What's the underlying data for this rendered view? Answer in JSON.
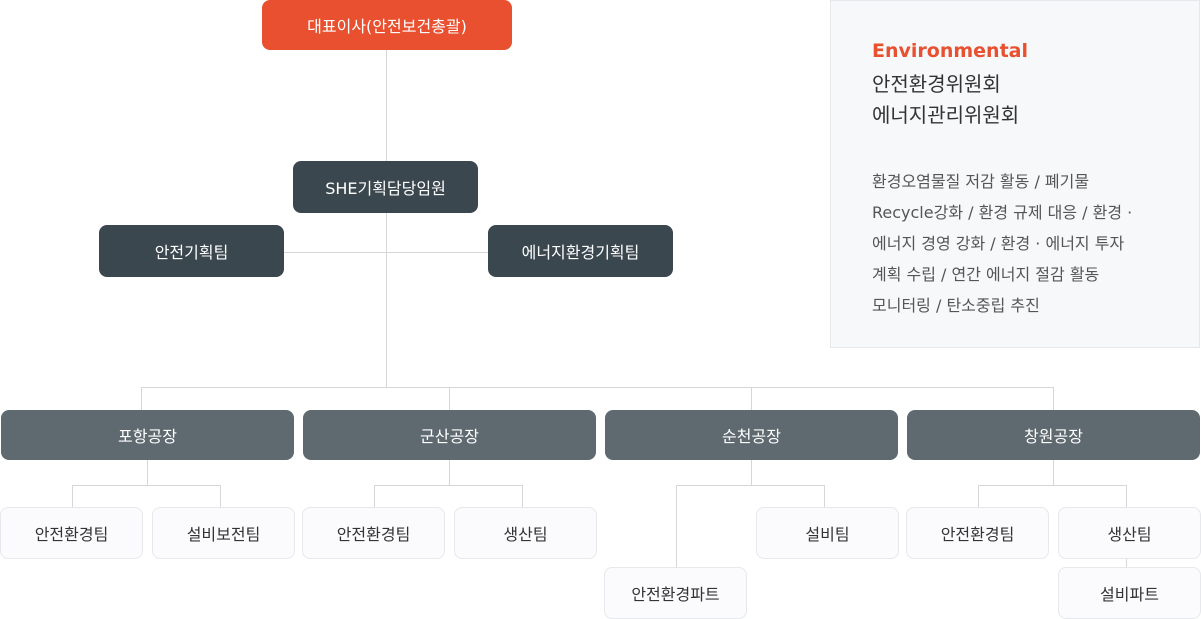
{
  "colors": {
    "accent": "#e8502f",
    "dark": "#3b474e",
    "plant": "#5e6970",
    "line": "#d6d6d6"
  },
  "org": {
    "ceo": "대표이사(안전보건총괄)",
    "she_officer": "SHE기획담당임원",
    "safety_planning": "안전기획팀",
    "energy_planning": "에너지환경기획팀",
    "plants": [
      {
        "name": "포항공장",
        "teams": [
          "안전환경팀",
          "설비보전팀"
        ]
      },
      {
        "name": "군산공장",
        "teams": [
          "안전환경팀",
          "생산팀"
        ]
      },
      {
        "name": "순천공장",
        "teams": [
          "안전환경파트",
          "설비팀"
        ]
      },
      {
        "name": "창원공장",
        "teams": [
          "안전환경팀",
          "생산팀",
          "설비파트"
        ]
      }
    ]
  },
  "panel": {
    "label": "Environmental",
    "committees": [
      "안전환경위원회",
      "에너지관리위원회"
    ],
    "description_lines": [
      "환경오염물질 저감 활동 / 폐기물",
      "Recycle강화 / 환경 규제 대응 / 환경 ·",
      "에너지 경영 강화 / 환경 · 에너지 투자",
      "계획 수립 / 연간 에너지 절감 활동",
      "모니터링 / 탄소중립 추진"
    ]
  }
}
